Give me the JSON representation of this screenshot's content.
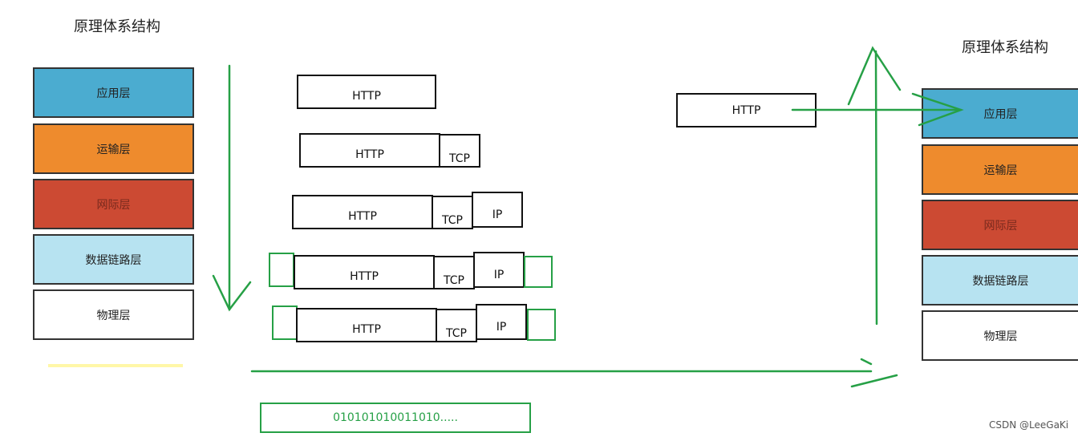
{
  "titles": {
    "left": "原理体系结构",
    "right": "原理体系结构"
  },
  "layers": {
    "application": "应用层",
    "transport": "运输层",
    "network": "网际层",
    "datalink": "数据链路层",
    "physical": "物理层"
  },
  "protocols": {
    "http": "HTTP",
    "tcp": "TCP",
    "ip": "IP"
  },
  "bitstream": "010101010011010.....",
  "watermark": "CSDN @LeeGaKi",
  "colors": {
    "application": "#4bacd0",
    "transport": "#ee8b2d",
    "network": "#cc4a33",
    "datalink": "#b7e3f1",
    "physical": "#ffffff",
    "arrow": "#26a046",
    "highlight": "#fff7a8"
  }
}
